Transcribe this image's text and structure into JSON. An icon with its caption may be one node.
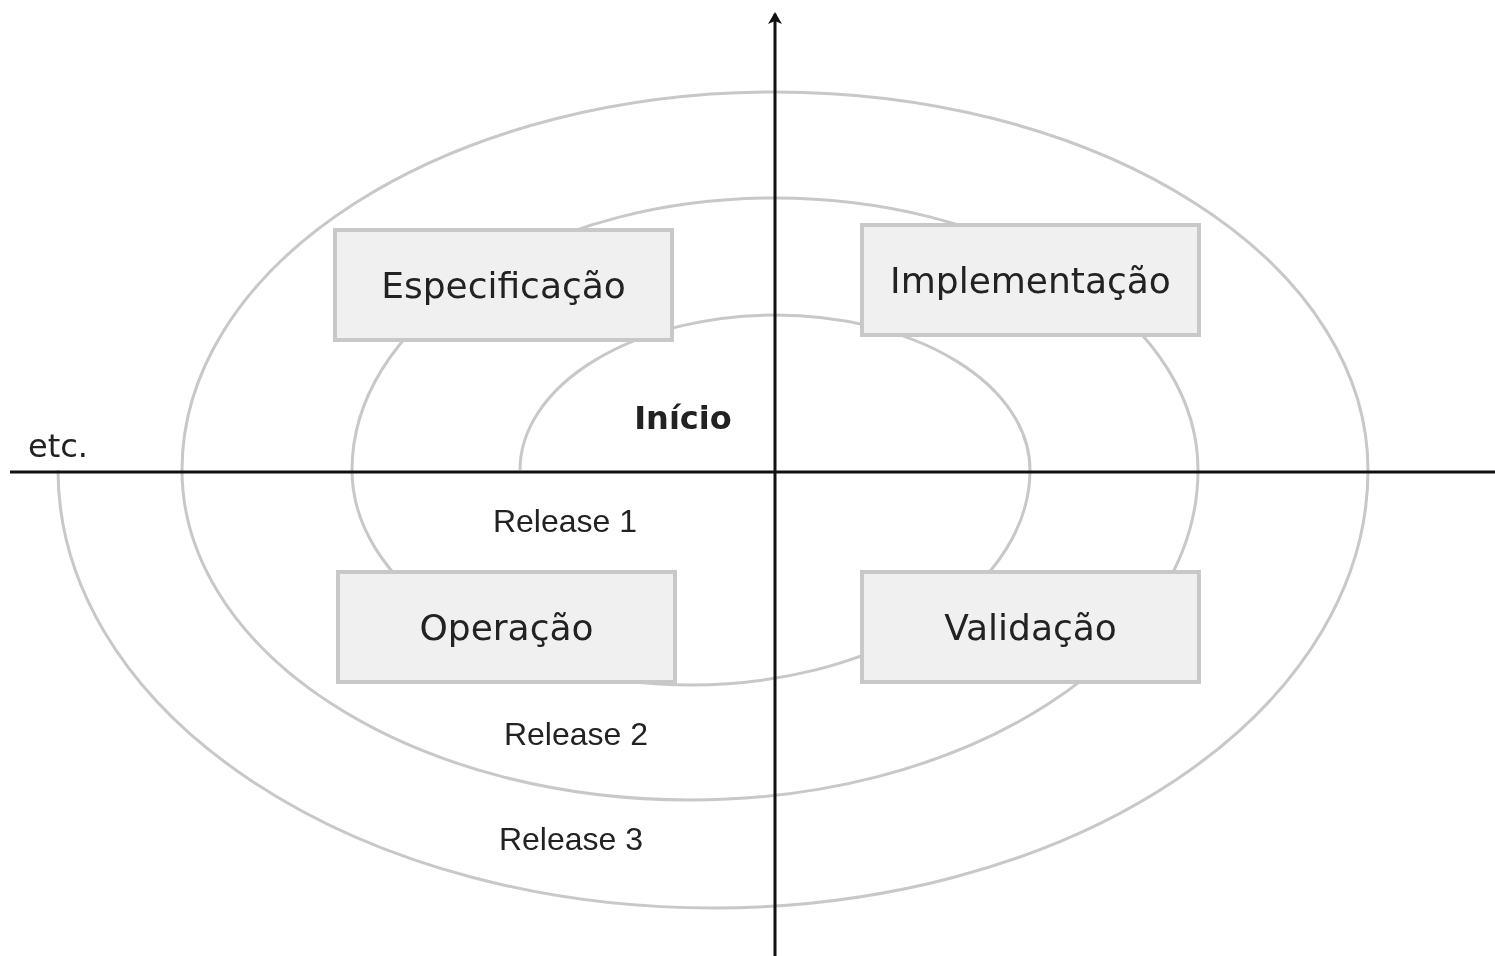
{
  "diagram": {
    "nodes": [
      {
        "text": [
          "Especificação"
        ]
      },
      {
        "text": [
          "Implementação"
        ]
      },
      {
        "text": [
          "Operação"
        ]
      },
      {
        "text": [
          "Validação"
        ]
      }
    ],
    "labels": [
      "Início",
      "etc.",
      "Release 1",
      "Release 2",
      "Release 3"
    ]
  }
}
